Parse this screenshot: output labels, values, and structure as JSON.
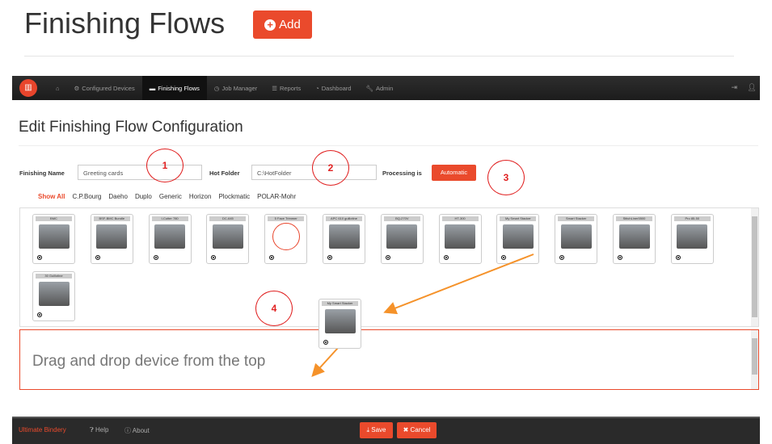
{
  "page_title": "Finishing Flows",
  "add_label": "Add",
  "nav": {
    "items": [
      "Configured Devices",
      "Finishing Flows",
      "Job Manager",
      "Reports",
      "Dashboard",
      "Admin"
    ],
    "active": "Finishing Flows"
  },
  "form": {
    "heading": "Edit Finishing Flow Configuration",
    "name_label": "Finishing Name",
    "name_value": "Greeting cards",
    "folder_label": "Hot Folder",
    "folder_value": "C:\\HotFolder",
    "processing_label": "Processing is",
    "processing_value": "Automatic"
  },
  "filters": [
    "Show All",
    "C.P.Bourg",
    "Daeho",
    "Duplo",
    "Generic",
    "Horizon",
    "Plockmatic",
    "POLAR-Mohr"
  ],
  "devices": [
    "BMC",
    "BSF-BMC Bundle",
    "I-Cutter 780",
    "DC-645",
    "5 Face Trimmer",
    "APC 610 guillotine",
    "BQ-270V",
    "HT-300",
    "My Smart Stacker",
    "Smart Stacker",
    "StitchLiner5500",
    "Pro 85-50",
    "30 Guillotine"
  ],
  "dragged_device": "My Smart Stacker",
  "drop_zone_text": "Drag and drop device from the top",
  "annotations": [
    "1",
    "2",
    "3",
    "4"
  ],
  "footer": {
    "brand": "Ultimate Bindery",
    "help": "Help",
    "about": "About",
    "save": "Save",
    "cancel": "Cancel"
  },
  "colors": {
    "accent": "#ea4a2c",
    "arrow": "#f5922a",
    "annotation": "#e02020"
  }
}
